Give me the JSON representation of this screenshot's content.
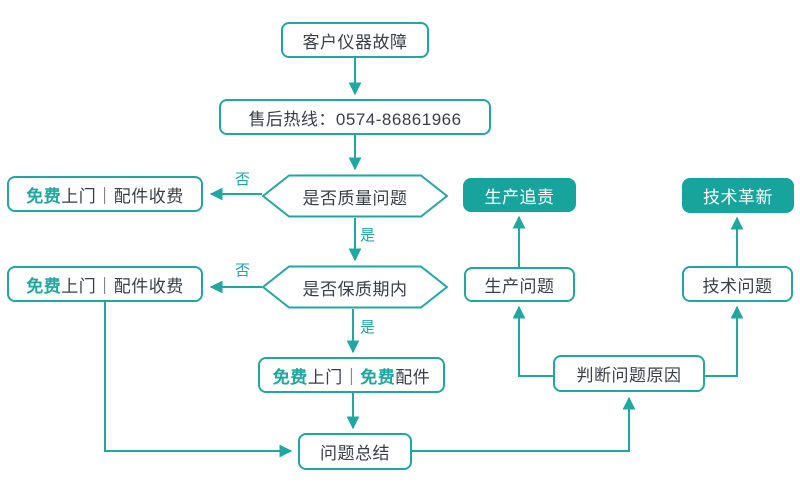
{
  "colors": {
    "accent": "#1fa8a1",
    "accent_fill": "#17a49d",
    "text": "#3a3f46"
  },
  "flowchart": {
    "nodes": {
      "customer_fault": "客户仪器故障",
      "hotline": "售后热线：0574-86861966",
      "q_quality": "是否质量问题",
      "q_warranty": "是否保质期内",
      "free_visit_paid_parts_top": {
        "free": "免费",
        "rest": "上门｜配件收费"
      },
      "free_visit_paid_parts_bottom": {
        "free": "免费",
        "rest": "上门｜配件收费"
      },
      "free_visit_free_parts": {
        "free1": "免费",
        "mid": "上门｜",
        "free2": "免费",
        "end": "配件"
      },
      "summary": "问题总结",
      "production_accountability": "生产追责",
      "production_issue": "生产问题",
      "tech_innovation": "技术革新",
      "tech_issue": "技术问题",
      "judge_cause": "判断问题原因"
    },
    "edge_labels": {
      "quality_no": "否",
      "quality_yes": "是",
      "warranty_no": "否",
      "warranty_yes": "是"
    }
  }
}
